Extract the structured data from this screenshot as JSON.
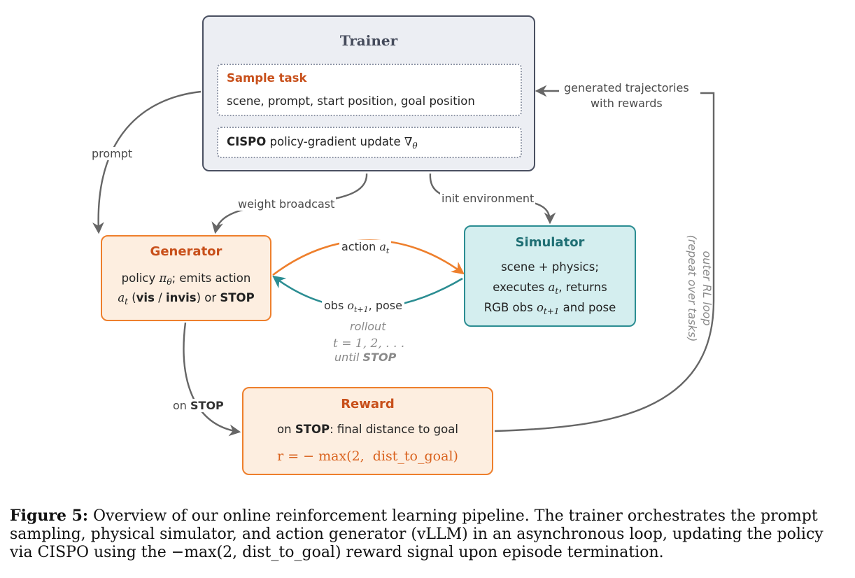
{
  "trainer": {
    "title": "Trainer",
    "sample_task": {
      "heading": "Sample task",
      "fields": "scene, prompt, start position, goal position"
    },
    "update": {
      "method": "CISPO",
      "text": "policy-gradient update",
      "symbol": "∇",
      "subscript": "θ"
    }
  },
  "generator": {
    "title": "Generator",
    "line1_pre": "policy ",
    "line1_pi": "π",
    "line1_theta": "θ",
    "line1_post": "; emits action",
    "line2_a": "a",
    "line2_t": "t",
    "line2_open": " (",
    "line2_vis": "vis",
    "line2_sep": " / ",
    "line2_invis": "invis",
    "line2_close": ") or ",
    "line2_stop": "STOP"
  },
  "simulator": {
    "title": "Simulator",
    "line1": "scene + physics;",
    "line2_pre": "executes ",
    "line2_a": "a",
    "line2_t": "t",
    "line2_post": ", returns",
    "line3_pre": "RGB obs ",
    "line3_o": "o",
    "line3_sub": "t+1",
    "line3_post": " and pose"
  },
  "reward": {
    "title": "Reward",
    "line1_pre": "on ",
    "line1_stop": "STOP",
    "line1_post": ": final distance to goal",
    "formula": "r = − max(2,  dist_to_goal)"
  },
  "edges": {
    "prompt": "prompt",
    "weight_broadcast": "weight broadcast",
    "init_environment": "init environment",
    "action_pre": "action ",
    "action_a": "a",
    "action_t": "t",
    "obs_pre": "obs ",
    "obs_o": "o",
    "obs_sub": "t+1",
    "obs_post": ", pose",
    "rollout": "rollout",
    "rollout_t": "t = 1, 2, . . .",
    "until": "until ",
    "until_stop": "STOP",
    "on_stop_pre": "on ",
    "on_stop": "STOP",
    "generated_line1": "generated trajectories",
    "generated_line2": "with rewards",
    "outer_line1": "outer RL loop",
    "outer_line2": "(repeat over tasks)"
  },
  "caption": {
    "label": "Figure 5:",
    "text_1": " Overview of our online reinforcement learning pipeline. The trainer orchestrates the prompt sampling, physical simulator, and action generator (vLLM) in an asynchronous loop, updating the policy via CISPO using the ",
    "formula": "−max(2, dist_to_goal)",
    "text_2": " reward signal upon episode termination."
  },
  "colors": {
    "trainer_border": "#4a5061",
    "trainer_fill": "#eceef3",
    "orange": "#ee7f2c",
    "orange_text": "#c8501b",
    "orange_fill": "#fdeee0",
    "teal": "#2b8d92",
    "teal_fill": "#d4eeef",
    "edge_gray": "#666666"
  }
}
